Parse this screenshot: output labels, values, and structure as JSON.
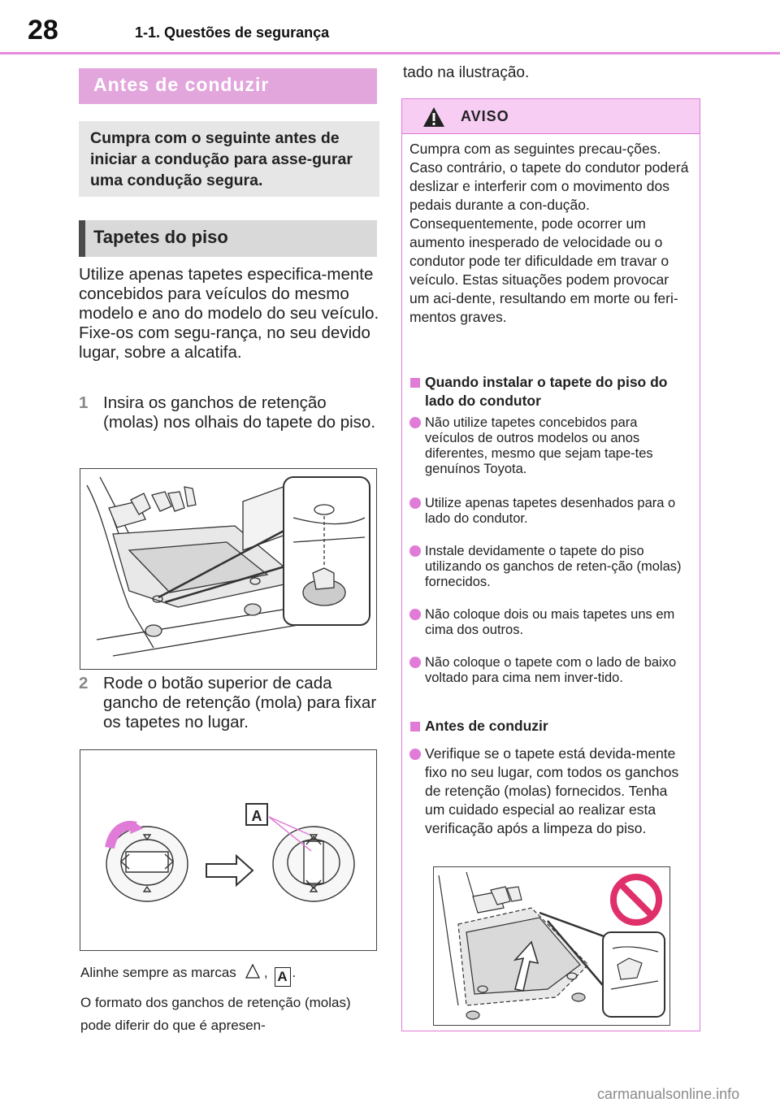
{
  "header": {
    "page_number": "28",
    "section": "1-1. Questões de segurança"
  },
  "left": {
    "title": "Antes de conduzir",
    "intro": "Cumpra com o seguinte antes de iniciar a condução para asse-gurar uma condução segura.",
    "subtitle": "Tapetes do piso",
    "paragraph": "Utilize apenas tapetes especifica-mente concebidos para veículos do mesmo modelo e ano do modelo do seu veículo. Fixe-os com segu-rança, no seu devido lugar, sobre a alcatifa.",
    "steps": [
      {
        "num": "1",
        "text": "Insira os ganchos de retenção (molas) nos olhais do tapete do piso."
      },
      {
        "num": "2",
        "text": "Rode o botão superior de cada gancho de retenção (mola) para fixar os tapetes no lugar."
      }
    ],
    "fig2_label": "A",
    "align_note_prefix": "Alinhe sempre as marcas",
    "align_note_sep": ",",
    "align_note_mark": "A",
    "align_note_end": ".",
    "shape_note": "O formato dos ganchos de retenção (molas) pode diferir do que é apresen-"
  },
  "right": {
    "continued": "tado na ilustração.",
    "warning_label": "AVISO",
    "warning_body": "Cumpra com as seguintes precau-ções.\nCaso contrário, o tapete do condutor poderá deslizar e interferir com o movimento dos pedais durante a con-dução. Consequentemente, pode ocorrer um aumento inesperado de velocidade ou o condutor pode ter dificuldade em travar o veículo. Estas situações podem provocar um aci-dente, resultando em morte ou feri-mentos graves.",
    "sub1": "Quando instalar o tapete do piso do lado do condutor",
    "bullets1": [
      "Não utilize tapetes concebidos para veículos de outros modelos ou anos diferentes, mesmo que sejam tape-tes genuínos Toyota.",
      "Utilize apenas tapetes desenhados para o lado do condutor.",
      "Instale devidamente o tapete do piso utilizando os ganchos de reten-ção (molas) fornecidos.",
      "Não coloque dois ou mais tapetes uns em cima dos outros.",
      "Não coloque o tapete com o lado de baixo voltado para cima nem inver-tido."
    ],
    "sub2": "Antes de conduzir",
    "bullet2": "Verifique se o tapete está devida-mente fixo no seu lugar, com todos os ganchos de retenção (molas) fornecidos. Tenha um cuidado especial ao realizar esta verificação após a limpeza do piso."
  },
  "watermark": "carmanualsonline.info",
  "colors": {
    "accent_pink": "#e07bd8",
    "title_bar": "#e2a6dd",
    "warning_head": "#f7cdf3",
    "prohibit_red": "#e0306a"
  }
}
